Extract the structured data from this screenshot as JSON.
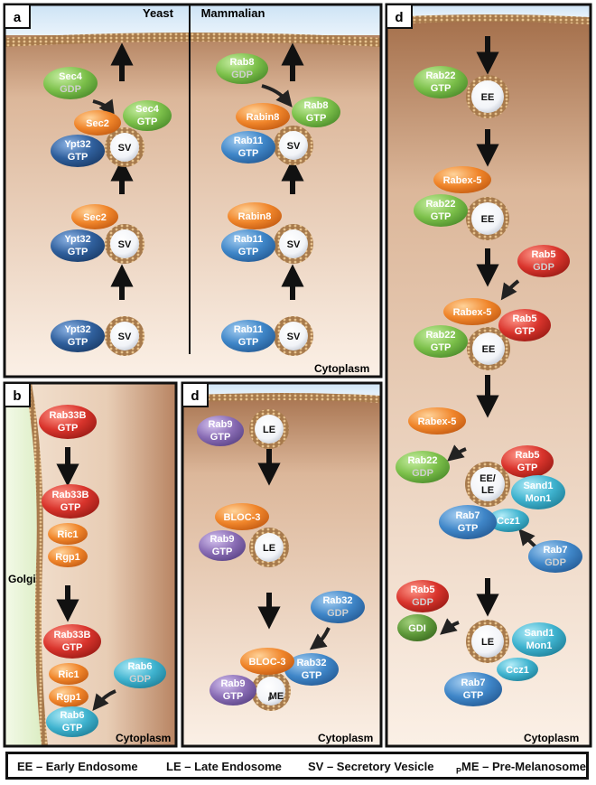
{
  "panels": {
    "a": {
      "label": "a",
      "yeast": "Yeast",
      "mammalian": "Mammalian",
      "cytoplasm": "Cytoplasm"
    },
    "b": {
      "label": "b",
      "golgi": "Golgi",
      "cytoplasm": "Cytoplasm"
    },
    "c": {
      "label": "d",
      "cytoplasm": "Cytoplasm"
    },
    "d": {
      "label": "d",
      "cytoplasm": "Cytoplasm"
    }
  },
  "text": {
    "sec4": "Sec4",
    "sec2": "Sec2",
    "ypt32": "Ypt32",
    "rab8": "Rab8",
    "rabin8": "Rabin8",
    "rab11": "Rab11",
    "rab33b": "Rab33B",
    "ric1": "Ric1",
    "rgp1": "Rgp1",
    "rab6": "Rab6",
    "rab9": "Rab9",
    "rab32": "Rab32",
    "bloc3": "BLOC-3",
    "rab22": "Rab22",
    "rabex5": "Rabex-5",
    "rab5": "Rab5",
    "rab7": "Rab7",
    "sand1": "Sand1",
    "mon1": "Mon1",
    "ccz1": "Ccz1",
    "gdi": "GDI",
    "gtp": "GTP",
    "gdp": "GDP",
    "sv": "SV",
    "ee": "EE",
    "le": "LE",
    "ee_le_1": "EE/",
    "ee_le_2": "LE",
    "me": "ME",
    "me_sub": "P"
  },
  "legend": {
    "ee": "EE – Early Endosome",
    "le": "LE – Late Endosome",
    "sv": "SV – Secretory Vesicle",
    "me_sub": "P",
    "me": "ME – Pre-Melanosome"
  },
  "colors": {
    "orange": "#f0852a",
    "green": "#7cc04a",
    "dark_green": "#5f9a3a",
    "navy": "#2f5f9c",
    "blue": "#3f86c8",
    "red": "#d9342c",
    "purple": "#8a6db5",
    "cyan": "#3fb3cf",
    "gdp_text": "#c9c9c9"
  }
}
